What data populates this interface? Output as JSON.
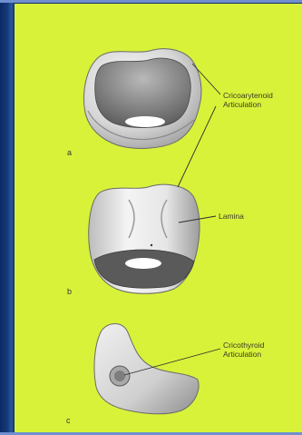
{
  "labels": {
    "cricoarytenoid": [
      "Cricoarytenoid",
      "Articulation"
    ],
    "lamina": "Lamina",
    "cricothyroid": [
      "Cricothyroid",
      "Articulation"
    ]
  },
  "figure_letters": {
    "a": "a",
    "b": "b",
    "c": "c"
  },
  "colors": {
    "panel_background": "#d8f23a",
    "left_border": "#14397a",
    "bone": "#d9d9d9"
  }
}
